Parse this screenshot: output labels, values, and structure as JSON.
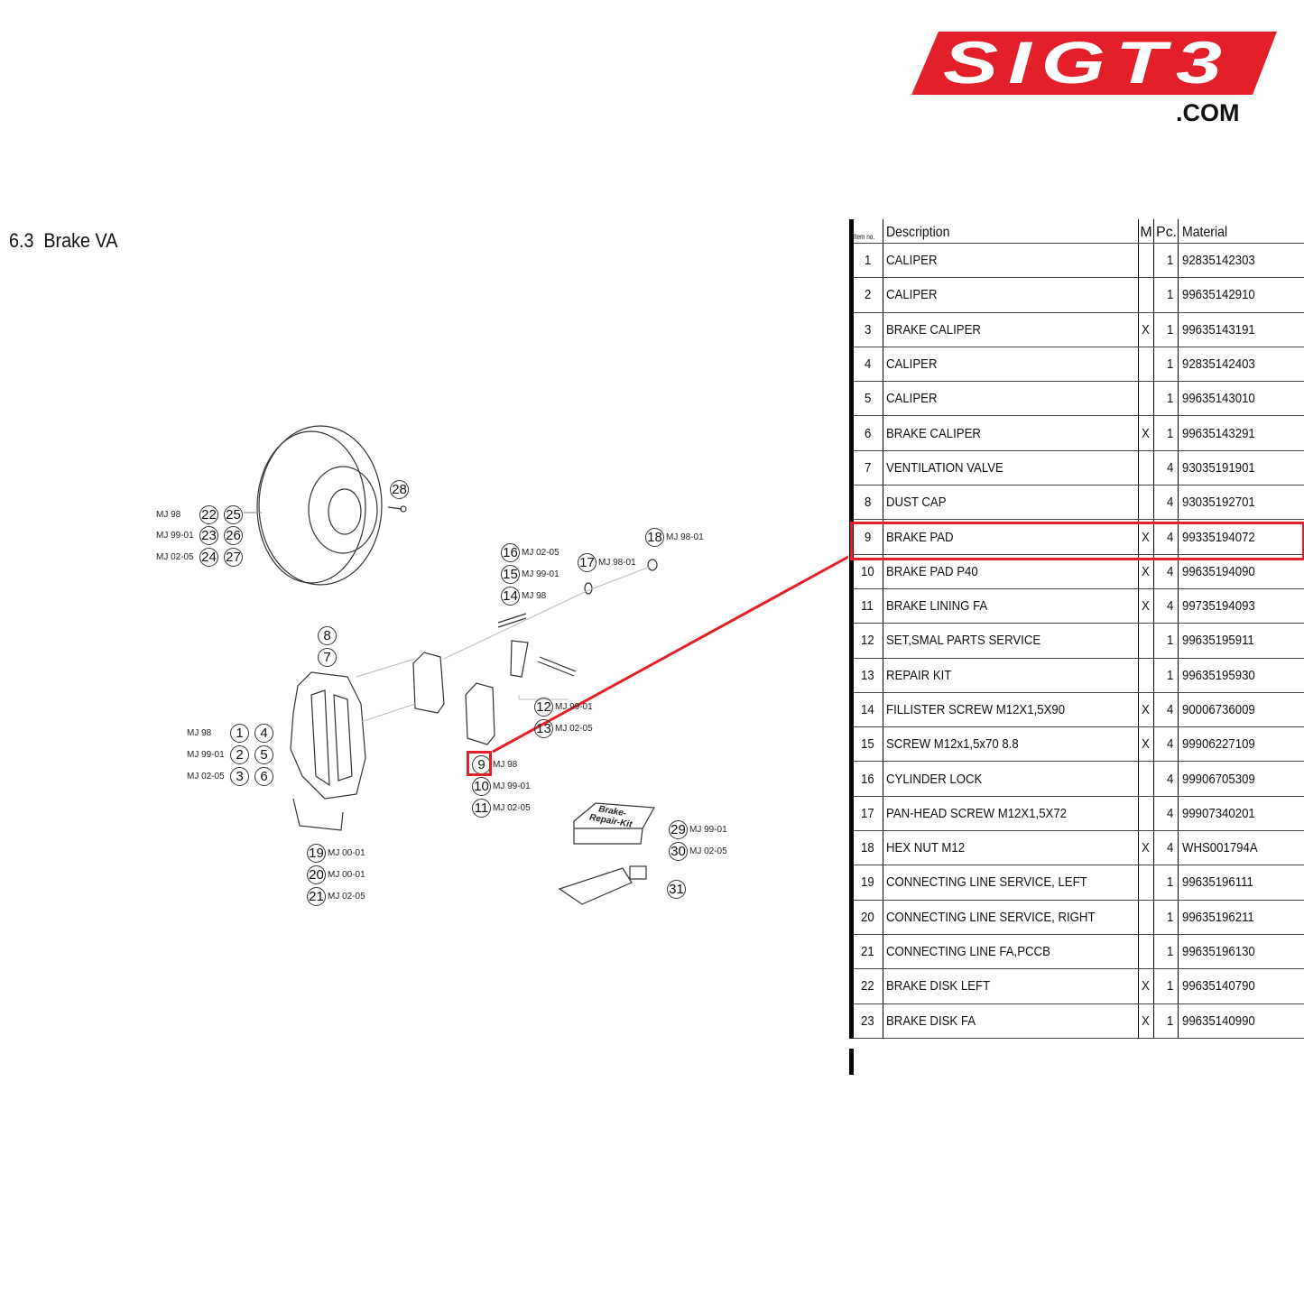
{
  "logo": {
    "text": "SIGT3",
    "suffix": ".COM",
    "color": "#e3202a"
  },
  "title": {
    "number": "6.3",
    "text": "Brake VA"
  },
  "table": {
    "headers": [
      "Item no.",
      "Description",
      "M",
      "Pc.",
      "Material"
    ],
    "rows": [
      [
        "1",
        "CALIPER",
        "",
        "1",
        "92835142303"
      ],
      [
        "2",
        "CALIPER",
        "",
        "1",
        "99635142910"
      ],
      [
        "3",
        "BRAKE CALIPER",
        "X",
        "1",
        "99635143191"
      ],
      [
        "4",
        "CALIPER",
        "",
        "1",
        "92835142403"
      ],
      [
        "5",
        "CALIPER",
        "",
        "1",
        "99635143010"
      ],
      [
        "6",
        "BRAKE CALIPER",
        "X",
        "1",
        "99635143291"
      ],
      [
        "7",
        "VENTILATION VALVE",
        "",
        "4",
        "93035191901"
      ],
      [
        "8",
        "DUST CAP",
        "",
        "4",
        "93035192701"
      ],
      [
        "9",
        "BRAKE PAD",
        "X",
        "4",
        "99335194072"
      ],
      [
        "10",
        "BRAKE PAD P40",
        "X",
        "4",
        "99635194090"
      ],
      [
        "11",
        "BRAKE LINING FA",
        "X",
        "4",
        "99735194093"
      ],
      [
        "12",
        "SET,SMAL PARTS SERVICE",
        "",
        "1",
        "99635195911"
      ],
      [
        "13",
        "REPAIR KIT",
        "",
        "1",
        "99635195930"
      ],
      [
        "14",
        "FILLISTER SCREW M12X1,5X90",
        "X",
        "4",
        "90006736009"
      ],
      [
        "15",
        "SCREW M12x1,5x70 8.8",
        "X",
        "4",
        "99906227109"
      ],
      [
        "16",
        "CYLINDER LOCK",
        "",
        "4",
        "99906705309"
      ],
      [
        "17",
        "PAN-HEAD SCREW M12X1,5X72",
        "",
        "4",
        "99907340201"
      ],
      [
        "18",
        "HEX NUT M12",
        "X",
        "4",
        "WHS001794A"
      ],
      [
        "19",
        "CONNECTING LINE SERVICE, LEFT",
        "",
        "1",
        "99635196111"
      ],
      [
        "20",
        "CONNECTING LINE SERVICE, RIGHT",
        "",
        "1",
        "99635196211"
      ],
      [
        "21",
        "CONNECTING LINE FA,PCCB",
        "",
        "1",
        "99635196130"
      ],
      [
        "22",
        "BRAKE DISK LEFT",
        "X",
        "1",
        "99635140790"
      ],
      [
        "23",
        "BRAKE DISK FA",
        "X",
        "1",
        "99635140990"
      ]
    ],
    "highlighted_item": "9",
    "highlight_color": "#e3202a"
  },
  "diagram": {
    "callouts": [
      {
        "n": "22",
        "mj": "MJ 98"
      },
      {
        "n": "25",
        "mj": ""
      },
      {
        "n": "23",
        "mj": "MJ 99-01"
      },
      {
        "n": "26",
        "mj": ""
      },
      {
        "n": "24",
        "mj": "MJ 02-05"
      },
      {
        "n": "27",
        "mj": ""
      },
      {
        "n": "28",
        "mj": ""
      },
      {
        "n": "16",
        "mj": "MJ 02-05"
      },
      {
        "n": "15",
        "mj": "MJ 99-01"
      },
      {
        "n": "14",
        "mj": "MJ 98"
      },
      {
        "n": "17",
        "mj": "MJ 98-01"
      },
      {
        "n": "18",
        "mj": "MJ 98-01"
      },
      {
        "n": "8",
        "mj": ""
      },
      {
        "n": "7",
        "mj": ""
      },
      {
        "n": "1",
        "mj": "MJ 98"
      },
      {
        "n": "4",
        "mj": ""
      },
      {
        "n": "2",
        "mj": "MJ 99-01"
      },
      {
        "n": "5",
        "mj": ""
      },
      {
        "n": "3",
        "mj": "MJ 02-05"
      },
      {
        "n": "6",
        "mj": ""
      },
      {
        "n": "12",
        "mj": "MJ 99-01"
      },
      {
        "n": "13",
        "mj": "MJ 02-05"
      },
      {
        "n": "9",
        "mj": "MJ 98"
      },
      {
        "n": "10",
        "mj": "MJ 99-01"
      },
      {
        "n": "11",
        "mj": "MJ 02-05"
      },
      {
        "n": "19",
        "mj": "MJ 00-01"
      },
      {
        "n": "20",
        "mj": "MJ 00-01"
      },
      {
        "n": "21",
        "mj": "MJ 02-05"
      },
      {
        "n": "29",
        "mj": "MJ 99-01"
      },
      {
        "n": "30",
        "mj": "MJ 02-05"
      },
      {
        "n": "31",
        "mj": ""
      }
    ],
    "kit_label": "Brake-Repair-Kit"
  }
}
